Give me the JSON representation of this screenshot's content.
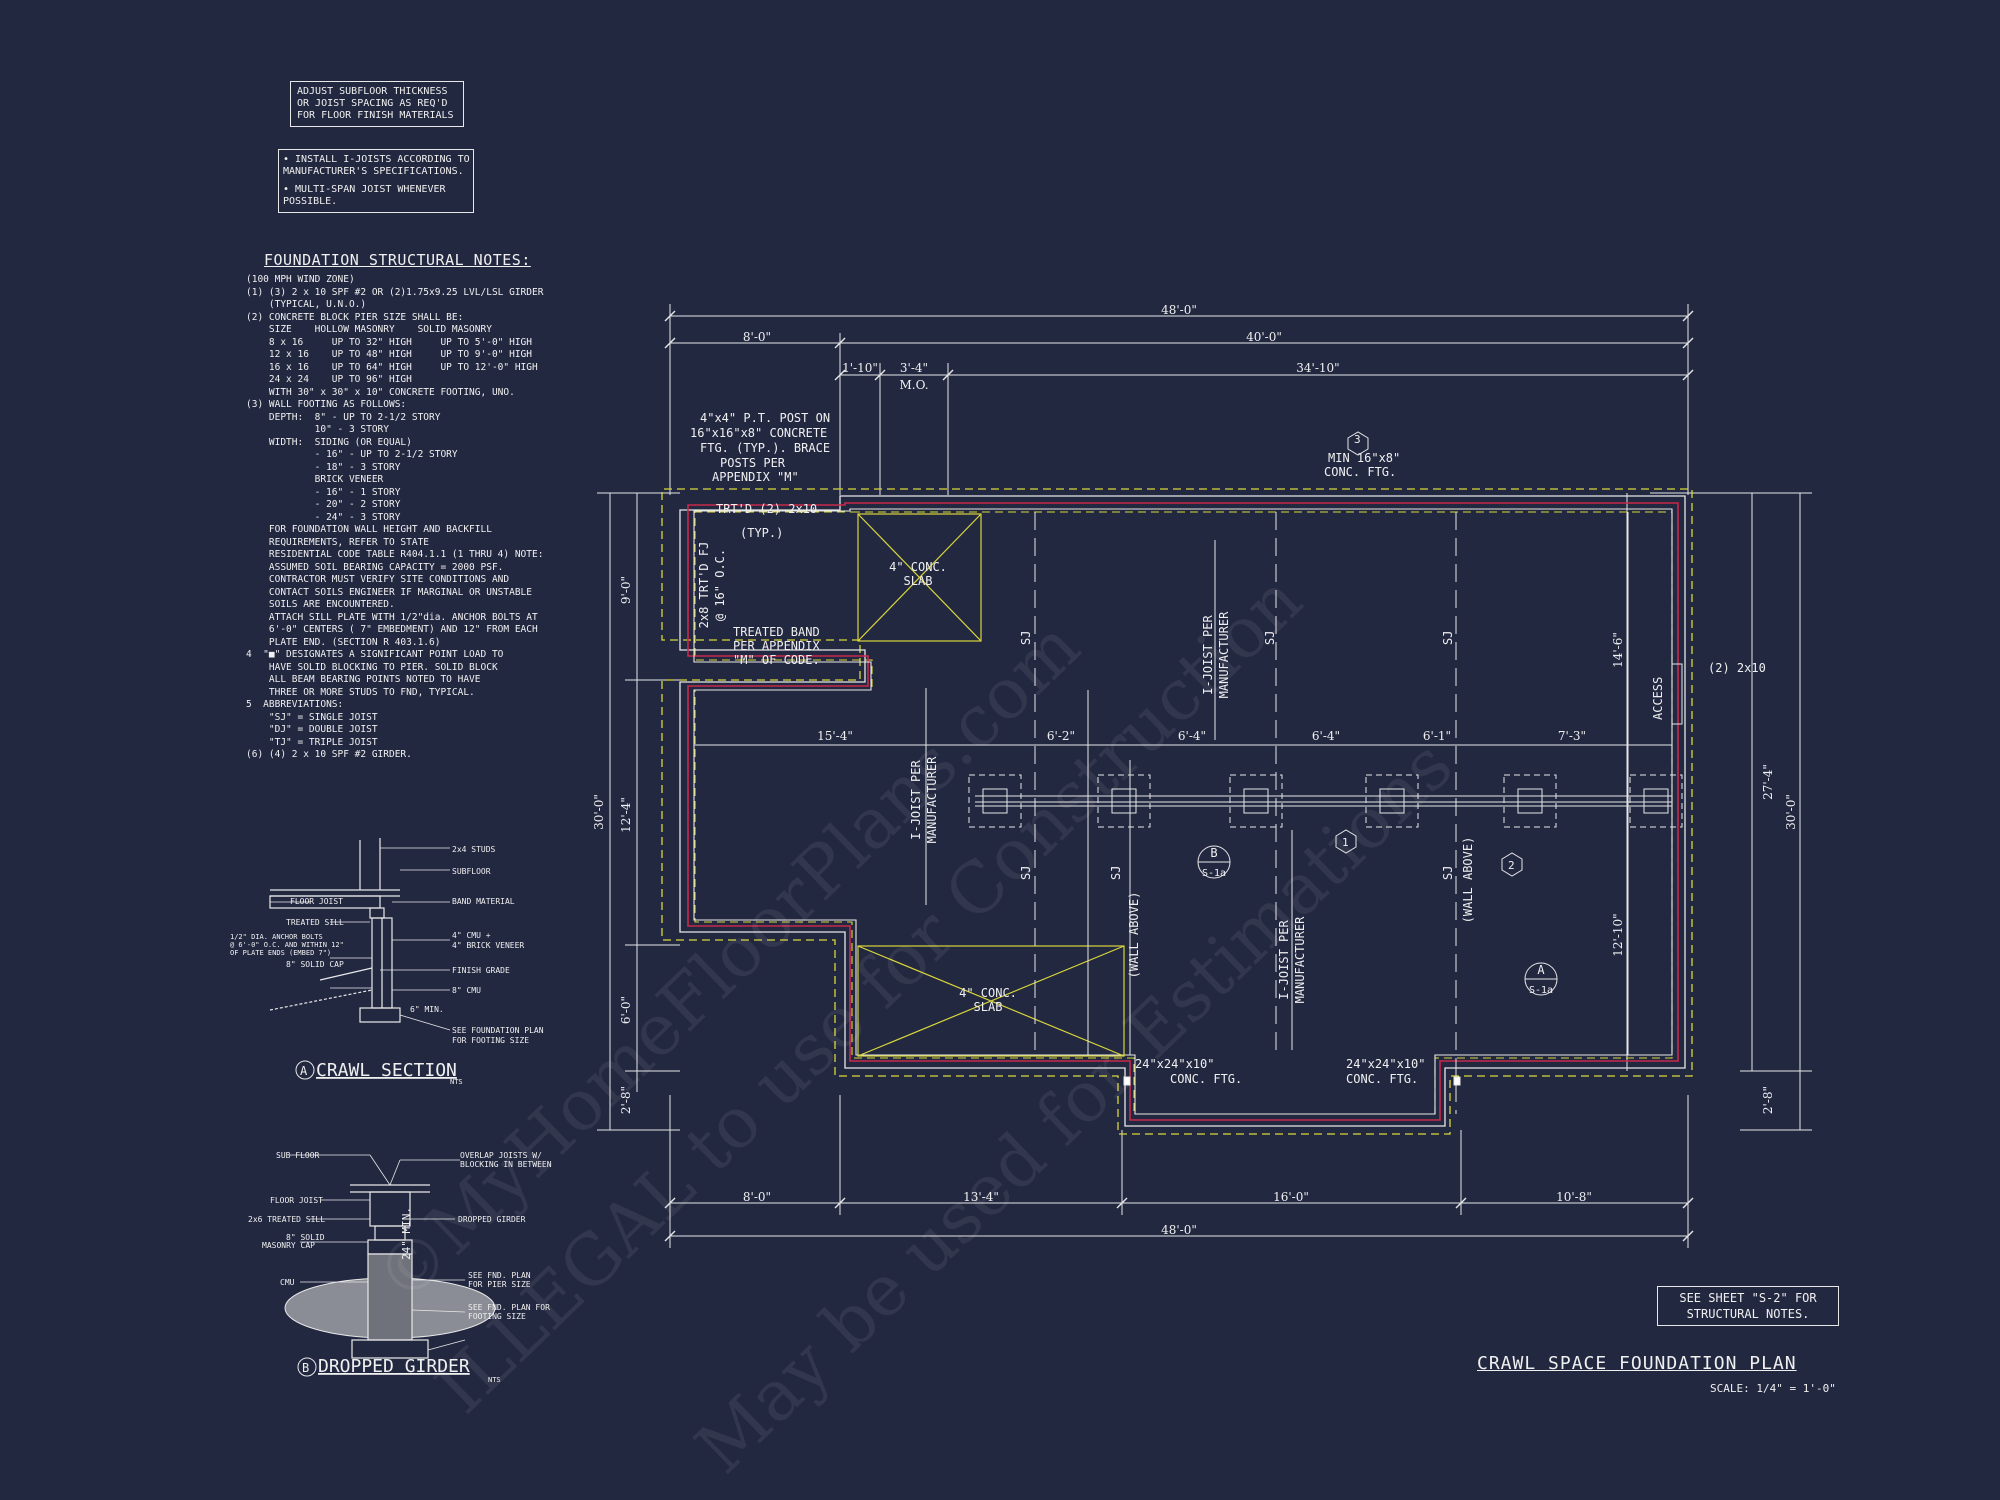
{
  "left_notes": {
    "box1": [
      "ADJUST SUBFLOOR THICKNESS",
      "OR JOIST SPACING AS REQ'D",
      "FOR FLOOR FINISH MATERIALS"
    ],
    "box2": [
      "• INSTALL I-JOISTS ACCORDING TO",
      "  MANUFACTURER'S SPECIFICATIONS.",
      "• MULTI-SPAN JOIST WHENEVER",
      "  POSSIBLE."
    ],
    "foundation_title": "FOUNDATION STRUCTURAL NOTES:",
    "lines": [
      "(100 MPH WIND ZONE)",
      "(1) (3) 2 x 10 SPF #2 OR (2)1.75x9.25 LVL/LSL GIRDER",
      "    (TYPICAL, U.N.O.)",
      "(2) CONCRETE BLOCK PIER SIZE SHALL BE:",
      "    SIZE    HOLLOW MASONRY    SOLID MASONRY",
      "    8 x 16     UP TO 32\" HIGH     UP TO 5'-0\" HIGH",
      "    12 x 16    UP TO 48\" HIGH     UP TO 9'-0\" HIGH",
      "    16 x 16    UP TO 64\" HIGH     UP TO 12'-0\" HIGH",
      "    24 x 24    UP TO 96\" HIGH",
      "    WITH 30\" x 30\" x 10\" CONCRETE FOOTING, UNO.",
      "(3) WALL FOOTING AS FOLLOWS:",
      "    DEPTH:  8\" - UP TO 2-1/2 STORY",
      "            10\" - 3 STORY",
      "    WIDTH:  SIDING (OR EQUAL)",
      "            - 16\" - UP TO 2-1/2 STORY",
      "            - 18\" - 3 STORY",
      "            BRICK VENEER",
      "            - 16\" - 1 STORY",
      "            - 20\" - 2 STORY",
      "            - 24\" - 3 STORY",
      "    FOR FOUNDATION WALL HEIGHT AND BACKFILL",
      "    REQUIREMENTS, REFER TO STATE",
      "    RESIDENTIAL CODE TABLE R404.1.1 (1 THRU 4) NOTE:",
      "    ASSUMED SOIL BEARING CAPACITY = 2000 PSF.",
      "    CONTRACTOR MUST VERIFY SITE CONDITIONS AND",
      "    CONTACT SOILS ENGINEER IF MARGINAL OR UNSTABLE",
      "    SOILS ARE ENCOUNTERED.",
      "    ATTACH SILL PLATE WITH 1/2\"dia. ANCHOR BOLTS AT",
      "    6'-0\" CENTERS ( 7\" EMBEDMENT) AND 12\" FROM EACH",
      "    PLATE END. (SECTION R 403.1.6)",
      "4  \"■\" DESIGNATES A SIGNIFICANT POINT LOAD TO",
      "    HAVE SOLID BLOCKING TO PIER. SOLID BLOCK",
      "    ALL BEAM BEARING POINTS NOTED TO HAVE",
      "    THREE OR MORE STUDS TO FND, TYPICAL.",
      "5  ABBREVIATIONS:",
      "    \"SJ\" = SINGLE JOIST",
      "    \"DJ\" = DOUBLE JOIST",
      "    \"TJ\" = TRIPLE JOIST",
      "(6) (4) 2 x 10 SPF #2 GIRDER."
    ]
  },
  "crawl_section": {
    "title": "CRAWL SECTION",
    "marker": "A",
    "nts": "NTS",
    "labels": [
      "2x4 STUDS",
      "SUBFLOOR",
      "FLOOR JOIST",
      "BAND MATERIAL",
      "TREATED SILL",
      "4\" CMU +",
      "4\" BRICK VENEER",
      "1/2\" DIA. ANCHOR BOLTS",
      "@ 6'-0\" O.C. AND WITHIN 12\"",
      "OF PLATE ENDS (EMBED 7\")",
      "FINISH GRADE",
      "8\" SOLID CAP",
      "8\" CMU",
      "6\" MIN.",
      "SEE FOUNDATION PLAN",
      "FOR FOOTING SIZE"
    ]
  },
  "dropped_girder": {
    "title": "DROPPED GIRDER",
    "marker": "B",
    "nts": "NTS",
    "labels": [
      "SUB FLOOR",
      "OVERLAP JOISTS W/",
      "BLOCKING IN BETWEEN",
      "FLOOR JOIST",
      "2x6 TREATED SILL",
      "DROPPED GIRDER",
      "8\" SOLID",
      "MASONRY CAP",
      "CMU",
      "24\" MIN.",
      "SEE FND. PLAN",
      "FOR PIER SIZE",
      "SEE FND. PLAN FOR",
      "FOOTING SIZE"
    ]
  },
  "plan": {
    "dims_top": [
      "48'-0\"",
      "8'-0\"",
      "40'-0\"",
      "1'-10\"",
      "3'-4\"",
      "M.O.",
      "34'-10\""
    ],
    "dims_bottom": [
      "8'-0\"",
      "13'-4\"",
      "16'-0\"",
      "10'-8\"",
      "48'-0\""
    ],
    "dims_left": [
      "9'-0\"",
      "12'-4\"",
      "6'-0\"",
      "2'-8\"",
      "30'-0\""
    ],
    "dims_right": [
      "14'-6\"",
      "12'-10\"",
      "27'-4\"",
      "30'-0\"",
      "2'-8\""
    ],
    "girder_dims": [
      "15'-4\"",
      "6'-2\"",
      "6'-4\"",
      "6'-4\"",
      "6'-1\"",
      "7'-3\""
    ],
    "callouts": {
      "post": [
        "4\"x4\" P.T. POST ON",
        "16\"x16\"x8\" CONCRETE",
        "FTG. (TYP.). BRACE",
        "POSTS PER",
        "APPENDIX \"M\""
      ],
      "trtd": "TRT'D (2) 2x10",
      "typ": "(TYP.)",
      "trtd_fj": [
        "2x8 TRT'D FJ",
        "@ 16\" O.C."
      ],
      "band": [
        "TREATED BAND",
        "PER APPENDIX",
        "\"M\" OF CODE."
      ],
      "min_ftg": [
        "MIN 16\"x8\"",
        "CONC. FTG."
      ],
      "slab": [
        "4\" CONC.",
        "SLAB"
      ],
      "ijoist": [
        "I-JOIST PER",
        "MANUFACTURER"
      ],
      "sj": "SJ",
      "wall_above": "(WALL ABOVE)",
      "access": "ACCESS",
      "two_2x10": "(2) 2x10",
      "conc_ftg": [
        "24\"x24\"x10\"",
        "CONC. FTG."
      ],
      "sheet_ref": "S-1a",
      "tag_1": "1",
      "tag_2": "2",
      "tag_3": "3",
      "tag_A": "A",
      "tag_B": "B"
    },
    "see_sheet": [
      "SEE SHEET \"S-2\" FOR",
      "STRUCTURAL NOTES."
    ],
    "title": "CRAWL SPACE FOUNDATION PLAN",
    "scale": "SCALE: 1/4\" = 1'-0\""
  },
  "watermark": [
    "©MyHomeFloorPlans.com",
    "ILLEGAL to use for Construction",
    "May be used for Estimations"
  ],
  "colors": {
    "background": "#232841",
    "line": "#f0f0f0",
    "dashed_footing": "#d8d63a",
    "wall": "#c8294a"
  }
}
